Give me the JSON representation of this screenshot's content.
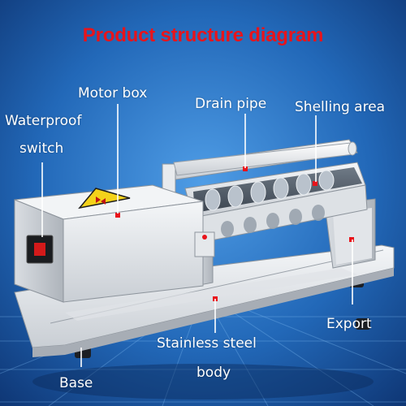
{
  "title": "Product structure diagram",
  "labels": {
    "motor_box": "Motor box",
    "drain_pipe": "Drain pipe",
    "shelling_area": "Shelling area",
    "waterproof_line1": "Waterproof",
    "waterproof_line2": "switch",
    "export": "Export",
    "stainless_line1": "Stainless steel",
    "stainless_line2": "body",
    "base": "Base"
  },
  "colors": {
    "title": "#e8141b",
    "label_text": "#ffffff",
    "leader_line": "#ffffff",
    "marker": "#e8141b",
    "background": "#1f5fa8"
  }
}
